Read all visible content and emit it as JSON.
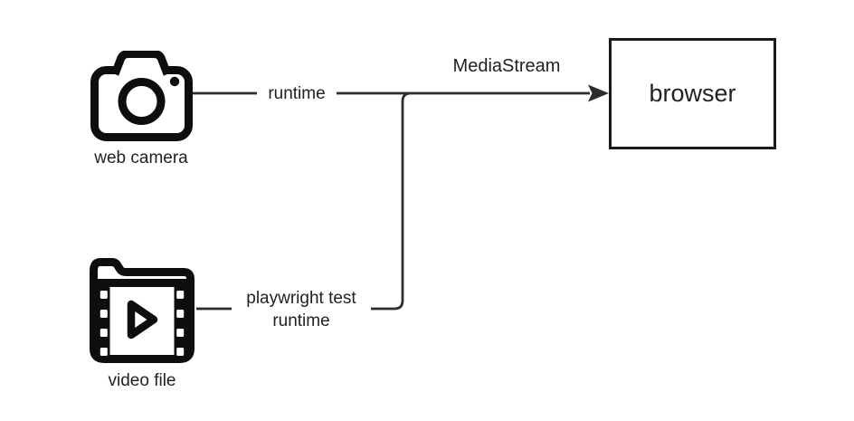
{
  "colors": {
    "background": "#ffffff",
    "line": "#2d2d2d",
    "icon": "#0e0e0e",
    "text": "#222222",
    "box_border": "#1a1a1a"
  },
  "nodes": {
    "web_camera": {
      "label": "web camera",
      "icon": "camera-icon"
    },
    "video_file": {
      "label": "video file",
      "icon": "video-file-folder-icon"
    },
    "browser": {
      "label": "browser"
    }
  },
  "edge_labels": {
    "runtime": "runtime",
    "playwright": "playwright test runtime",
    "mediastream": "MediaStream"
  }
}
